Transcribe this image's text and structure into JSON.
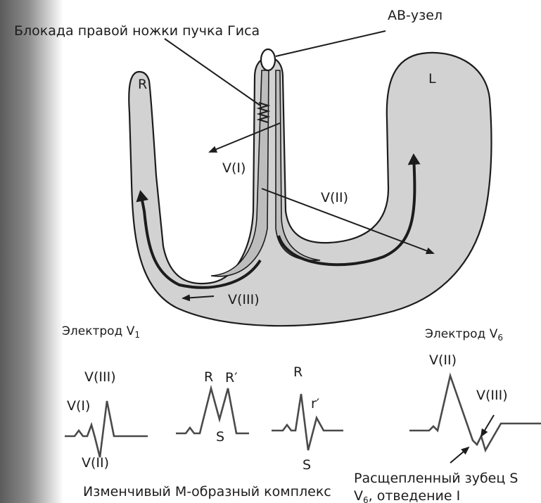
{
  "labels": {
    "block": "Блокада правой ножки пучка Гиса",
    "av_node": "АВ-узел",
    "r": "R",
    "l": "L",
    "v1_arrow": "V(I)",
    "v2_arrow": "V(II)",
    "v3_arrow": "V(III)"
  },
  "electrode_v1": {
    "prefix": "Электрод V",
    "sub": "1"
  },
  "electrode_v6": {
    "prefix": "Электрод V",
    "sub": "6"
  },
  "ecg1": {
    "v3": "V(III)",
    "v1": "V(I)",
    "v2": "V(II)"
  },
  "ecg2": {
    "r": "R",
    "rp": "R′",
    "s": "S"
  },
  "ecg3": {
    "r": "R",
    "rp": "r′",
    "s": "S"
  },
  "ecg4": {
    "v2": "V(II)",
    "v3": "V(III)"
  },
  "captions": {
    "m_complex": "Изменчивый М-образный комплекс",
    "split_s": "Расщепленный зубец S",
    "v6_prefix": "V",
    "v6_sub": "6",
    "v6_suffix": ", отведение I"
  }
}
